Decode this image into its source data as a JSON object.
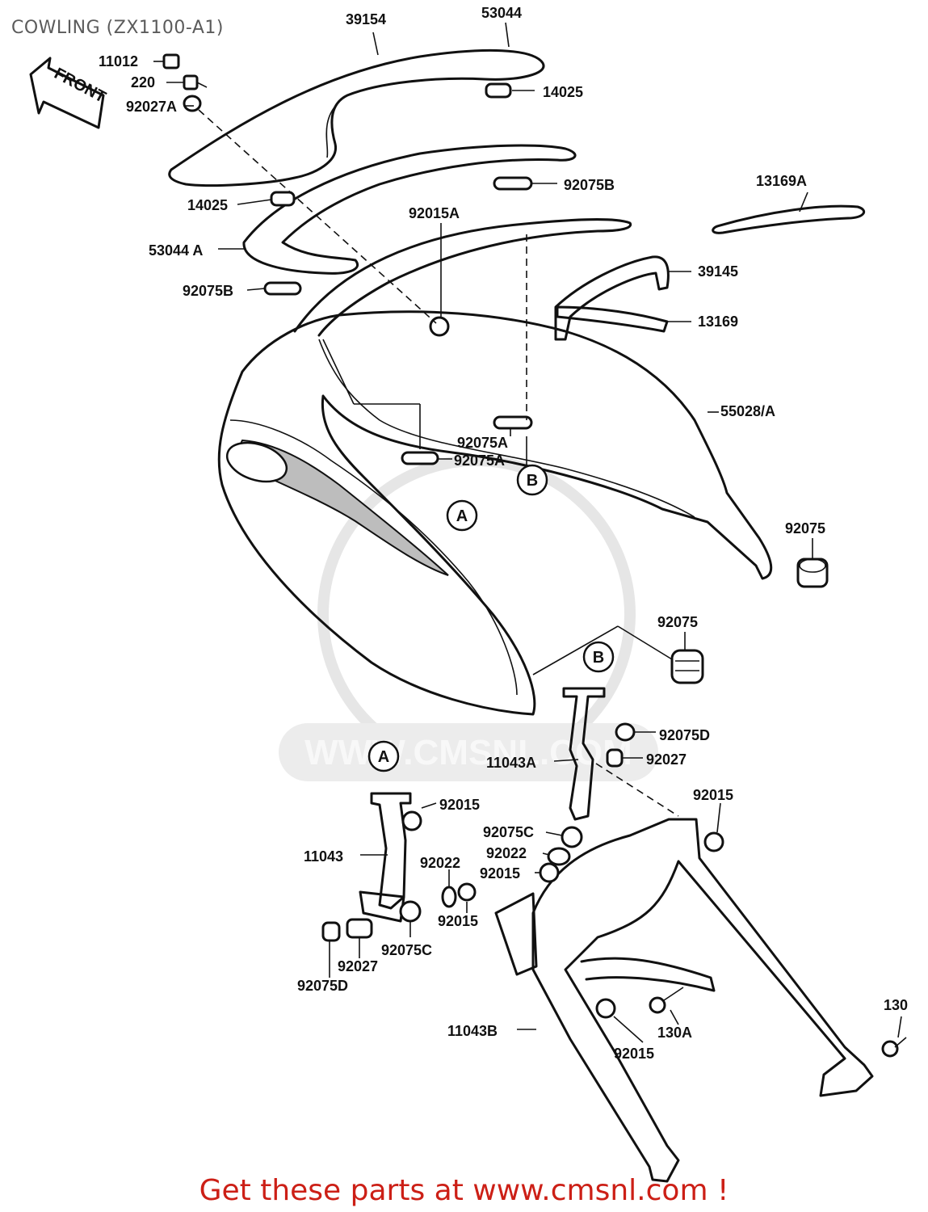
{
  "diagram": {
    "title": "COWLING (ZX1100-A1)",
    "front_arrow": "FRONT",
    "watermark": "WWW.CMSNL.COM",
    "callouts": [
      {
        "id": "A",
        "label": "A"
      },
      {
        "id": "B",
        "label": "B"
      }
    ],
    "part_labels": [
      "39154",
      "53044",
      "11012",
      "220",
      "92027A",
      "14025",
      "14025",
      "92075B",
      "13169A",
      "92015A",
      "53044 A",
      "39145",
      "92075B",
      "13169",
      "55028/A",
      "92075A",
      "92075A",
      "92075",
      "92075",
      "92075D",
      "92027",
      "11043A",
      "92015",
      "92015",
      "11043",
      "92022",
      "92075C",
      "92022",
      "92015",
      "92015",
      "92075C",
      "92027",
      "92075D",
      "11043B",
      "92015",
      "130A",
      "130"
    ]
  },
  "footer": {
    "text": "Get these parts at www.cmsnl.com !",
    "color": "#cc1f16"
  }
}
